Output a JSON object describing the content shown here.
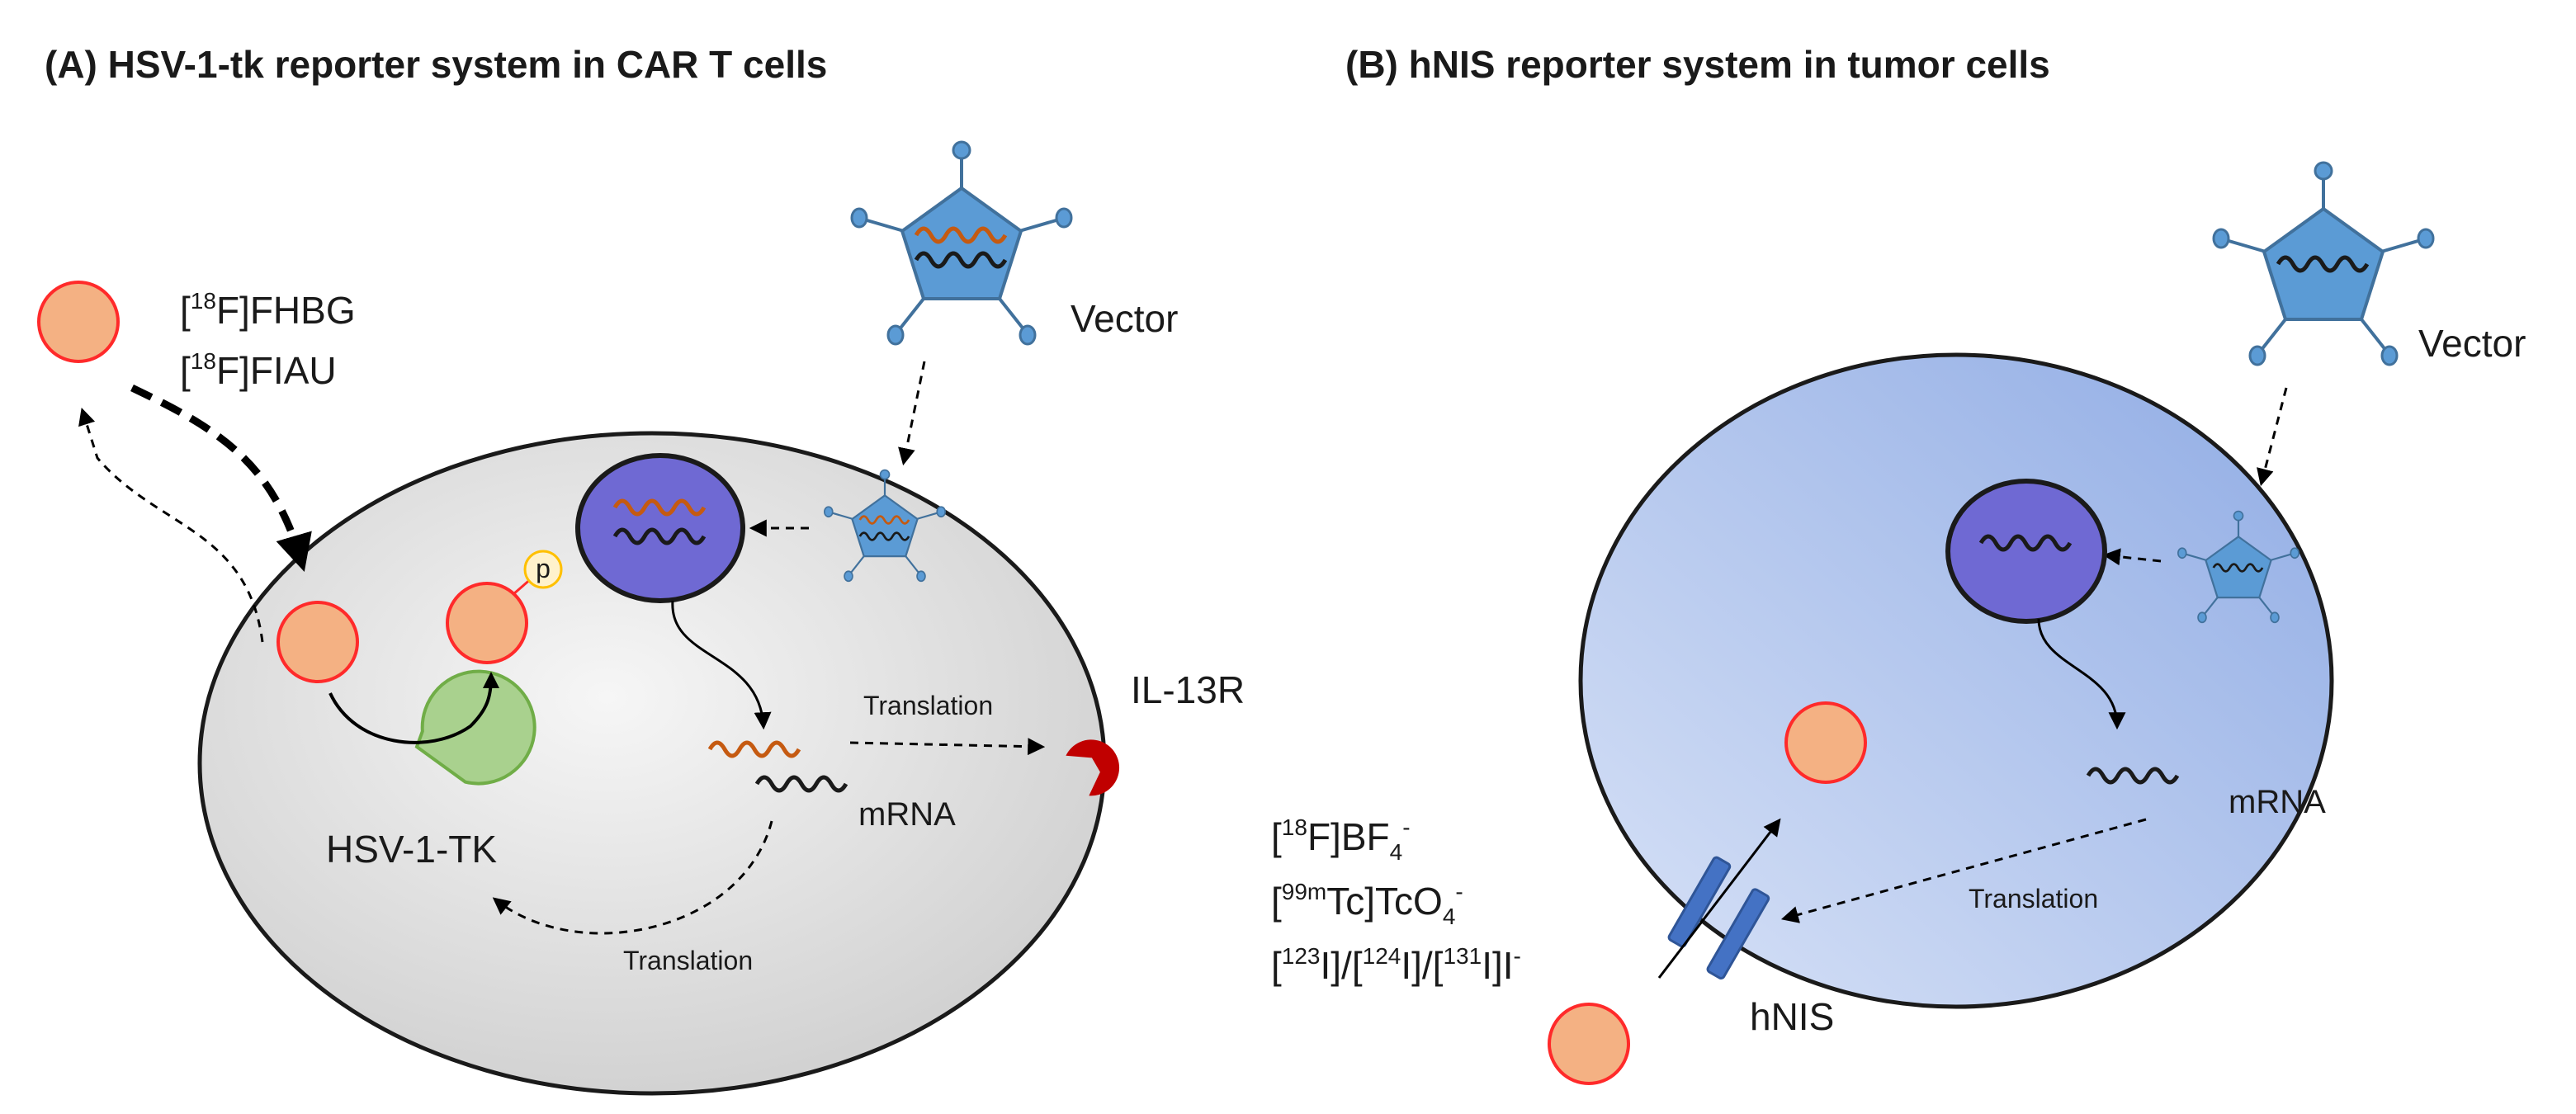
{
  "panel_a": {
    "title": "(A) HSV-1-tk reporter system in CAR T cells",
    "tracers": [
      {
        "pre": "[",
        "sup": "18",
        "post": "F]FHBG"
      },
      {
        "pre": "[",
        "sup": "18",
        "post": "F]FIAU"
      }
    ],
    "vector_label": "Vector",
    "enzyme_label": "HSV-1-TK",
    "phosphate_label": "p",
    "mrna_label": "mRNA",
    "translation_label_upper": "Translation",
    "translation_label_lower": "Translation",
    "receptor_label": "IL-13R"
  },
  "panel_b": {
    "title": "(B) hNIS reporter system in tumor cells",
    "vector_label": "Vector",
    "mrna_label": "mRNA",
    "translation_label": "Translation",
    "transporter_label": "hNIS",
    "tracers": [
      {
        "parts": [
          [
            "n",
            "["
          ],
          [
            "sup",
            "18"
          ],
          [
            "n",
            "F]BF"
          ],
          [
            "sub",
            "4"
          ],
          [
            "sup",
            "-"
          ]
        ]
      },
      {
        "parts": [
          [
            "n",
            "["
          ],
          [
            "sup",
            "99m"
          ],
          [
            "n",
            "Tc]TcO"
          ],
          [
            "sub",
            "4"
          ],
          [
            "sup",
            "-"
          ]
        ]
      },
      {
        "parts": [
          [
            "n",
            "["
          ],
          [
            "sup",
            "123"
          ],
          [
            "n",
            "I]/["
          ],
          [
            "sup",
            "124"
          ],
          [
            "n",
            "I]/["
          ],
          [
            "sup",
            "131"
          ],
          [
            "n",
            "I]I"
          ],
          [
            "sup",
            "-"
          ]
        ]
      }
    ]
  },
  "colors": {
    "cell_a_fill": "#dcdcdc",
    "cell_b_fill": "#a9c0ec",
    "nucleus": "#6f69d3",
    "vector": "#5b9bd5",
    "tracer": "#f4b183",
    "tracer_stroke": "#ff2a2a",
    "enzyme": "#a9d18e",
    "receptor": "#c00000",
    "transporter": "#4472c4",
    "rna_orange": "#c55a11",
    "phosphate": "#fff2cc"
  }
}
